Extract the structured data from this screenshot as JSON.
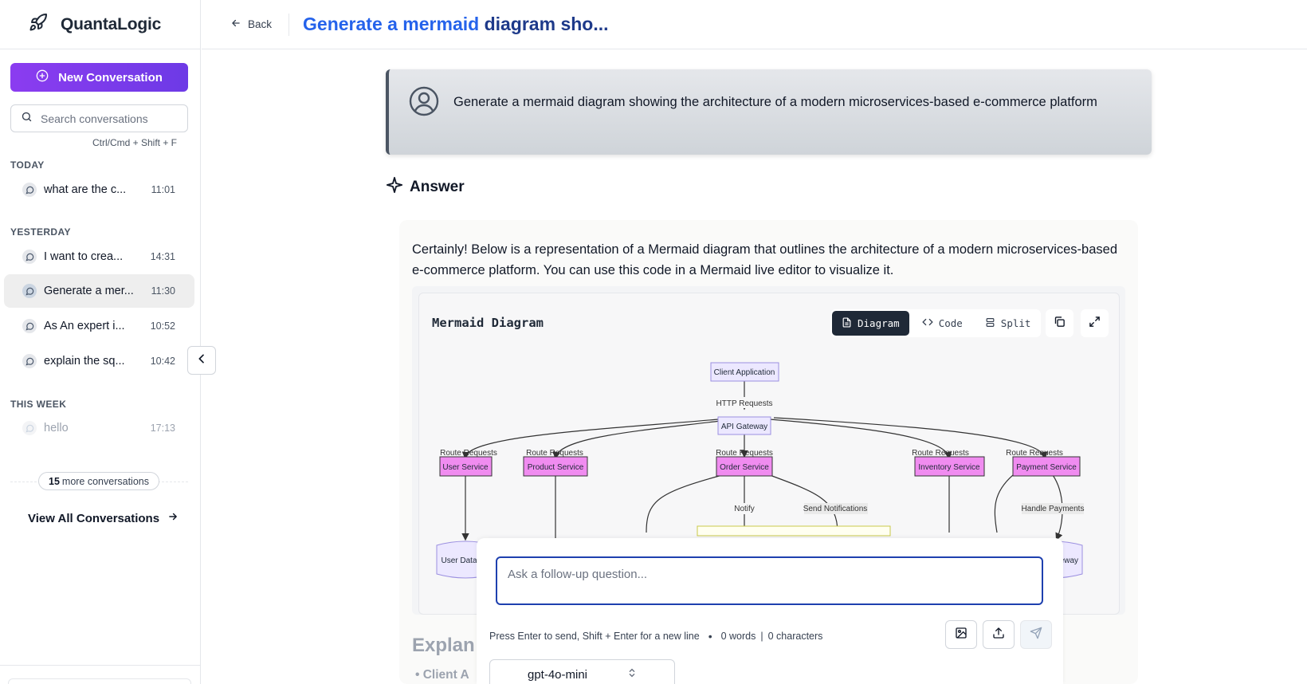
{
  "app": {
    "name": "QuantaLogic"
  },
  "sidebar": {
    "new_conversation": "New Conversation",
    "search_placeholder": "Search conversations",
    "shortcut_hint": "Ctrl/Cmd + Shift + F",
    "sections": [
      {
        "label": "TODAY",
        "items": [
          {
            "title": "what are the c...",
            "time": "11:01"
          }
        ]
      },
      {
        "label": "YESTERDAY",
        "items": [
          {
            "title": "I want to crea...",
            "time": "14:31"
          },
          {
            "title": "Generate a mer...",
            "time": "11:30",
            "active": true
          },
          {
            "title": "As An expert i...",
            "time": "10:52"
          },
          {
            "title": "explain the sq...",
            "time": "10:42"
          }
        ]
      },
      {
        "label": "THIS WEEK",
        "items": [
          {
            "title": "hello",
            "time": "17:13"
          }
        ]
      }
    ],
    "more_count": "15",
    "more_label": "more conversations",
    "view_all": "View All Conversations"
  },
  "header": {
    "back_label": "Back",
    "title_accent": "Generate a mermaid",
    "title_rest": " diagram sho..."
  },
  "prompt": {
    "text": "Generate a mermaid diagram showing the architecture of a modern microservices-based e-commerce platform"
  },
  "answer": {
    "heading": "Answer",
    "intro": "Certainly! Below is a representation of a Mermaid diagram that outlines the architecture of a modern microservices-based e-commerce platform. You can use this code in a Mermaid live editor to visualize it.",
    "mermaid": {
      "title": "Mermaid Diagram",
      "views": [
        "Diagram",
        "Code",
        "Split"
      ],
      "active_view": "Diagram",
      "nodes": {
        "client": "Client Application",
        "gateway": "API Gateway",
        "user": "User Service",
        "product": "Product Service",
        "order": "Order Service",
        "inventory": "Inventory Service",
        "payment": "Payment Service",
        "user_db": "User Data",
        "payment_gw": "teway"
      },
      "edge_labels": {
        "http": "HTTP Requests",
        "route": "Route Requests",
        "notify": "Notify",
        "send_notifications": "Send Notifications",
        "handle_payments": "Handle Payments"
      }
    },
    "explanation_heading": "Explan",
    "first_bullet": "Client A"
  },
  "composer": {
    "placeholder": "Ask a follow-up question...",
    "hint": "Press Enter to send, Shift + Enter for a new line",
    "words": "0 words",
    "chars": "0 characters",
    "model": "gpt-4o-mini"
  },
  "colors": {
    "primary": "#7c3aed",
    "title_blue": "#2563eb",
    "title_navy": "#1e3a8a",
    "service_fill": "#f08cf0",
    "db_fill": "#ece8ff"
  }
}
